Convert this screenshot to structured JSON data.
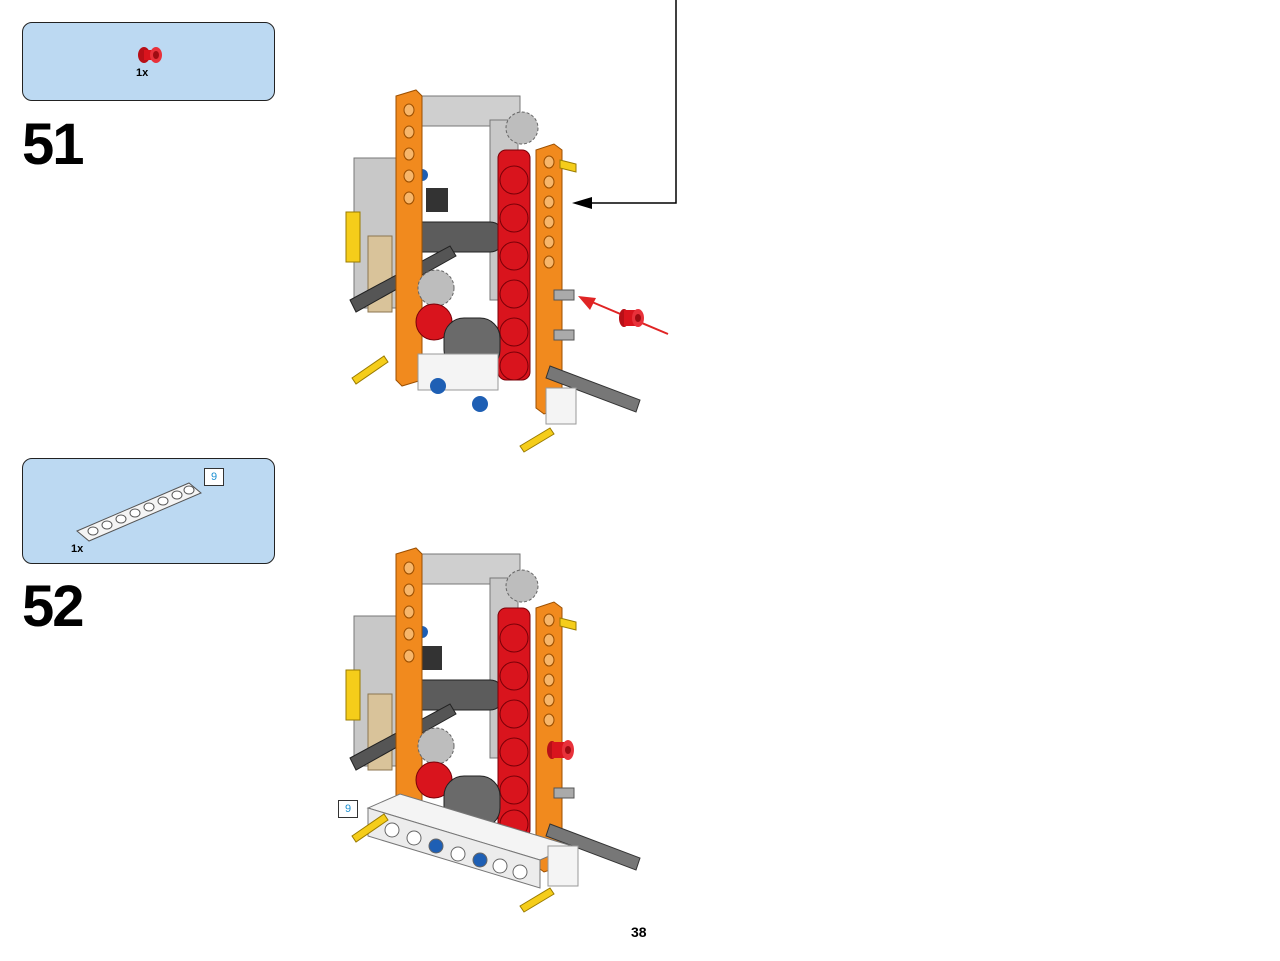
{
  "steps": [
    {
      "number": "51",
      "parts": [
        {
          "name": "red-bush-icon",
          "quantity": "1x"
        }
      ]
    },
    {
      "number": "52",
      "parts": [
        {
          "name": "white-liftarm-icon",
          "quantity": "1x",
          "length": "9"
        }
      ]
    }
  ],
  "model_callout_length": "9",
  "page_number": "38",
  "colors": {
    "callout_bg": "#bcd9f2",
    "orange": "#f18a1e",
    "red": "#d9141d",
    "gray": "#c8c8c8",
    "dark_gray": "#5c5c5c",
    "yellow": "#f5cd1a",
    "blue": "#1e5fb4",
    "tan": "#d9c39a",
    "white": "#f4f4f4",
    "arrow_red": "#e02424",
    "length_blue": "#1a8fd1"
  }
}
